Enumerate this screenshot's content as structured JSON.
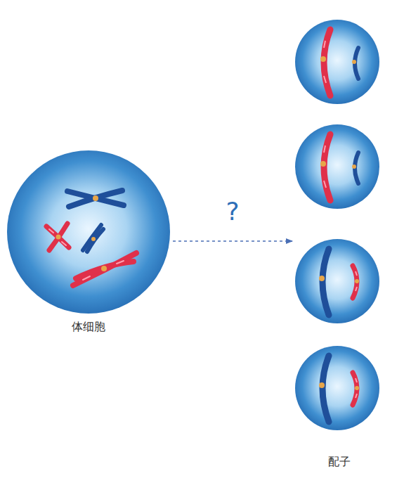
{
  "diagram": {
    "nodes": [
      {
        "text": [
          "体细胞"
        ]
      },
      {
        "text": [
          "配子"
        ]
      }
    ],
    "edges": [
      {
        "from": 0,
        "to": 1,
        "arrow": "to",
        "label": "?"
      }
    ]
  }
}
